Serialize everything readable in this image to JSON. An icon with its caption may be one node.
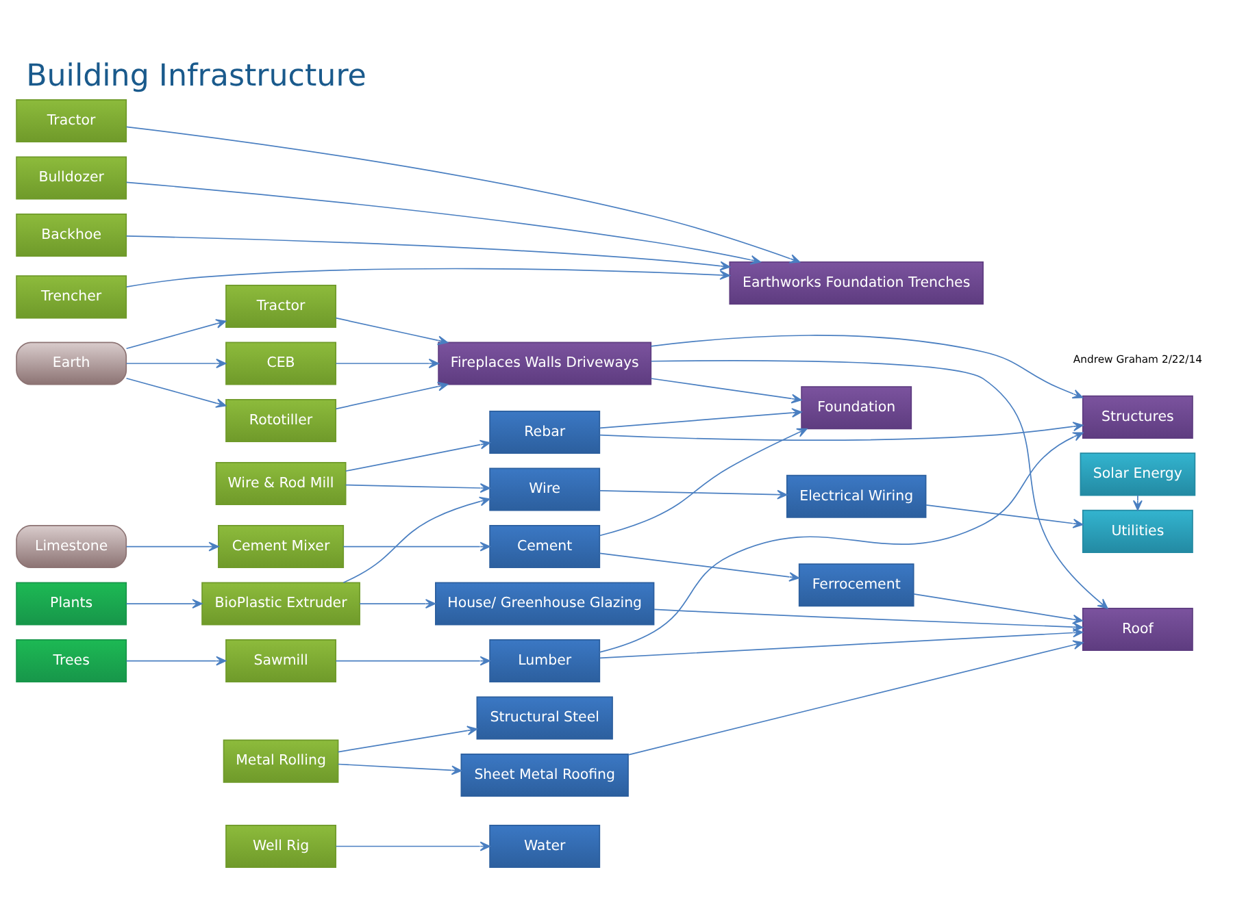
{
  "diagram": {
    "title": "Building Infrastructure",
    "nodes": [
      {
        "text": [
          "Well Rig"
        ]
      },
      {
        "text": [
          "Water"
        ]
      },
      {
        "text": [
          "Plants"
        ]
      },
      {
        "text": [
          "BioPlastic Extruder"
        ]
      },
      {
        "text": [
          "House/ Greenhouse Glazing"
        ]
      },
      {
        "text": [
          "Earthworks Foundation Trenches"
        ]
      },
      {
        "text": [
          "Foundation"
        ]
      },
      {
        "text": [
          "Tractor"
        ]
      },
      {
        "text": [
          "Bulldozer"
        ]
      },
      {
        "text": [
          "Backhoe"
        ]
      },
      {
        "text": [
          "Trencher"
        ]
      },
      {
        "text": [
          "Rototiller"
        ]
      },
      {
        "text": [
          "Tractor"
        ]
      },
      {
        "text": [
          "Earth"
        ]
      },
      {
        "text": [
          "CEB"
        ]
      },
      {
        "text": [
          "Fireplaces Walls Driveways"
        ]
      },
      {
        "text": [
          "Structures"
        ]
      },
      {
        "text": [
          "Trees"
        ]
      },
      {
        "text": [
          "Sawmill"
        ]
      },
      {
        "text": [
          "Lumber"
        ]
      },
      {
        "text": [
          "Cement Mixer"
        ]
      },
      {
        "text": [
          "Cement"
        ]
      },
      {
        "text": [
          "Roof"
        ]
      },
      {
        "text": [
          "Limestone"
        ]
      },
      {
        "text": [
          "Metal Rolling"
        ]
      },
      {
        "text": [
          "Sheet Metal Roofing"
        ]
      },
      {
        "text": [
          "Ferrocement"
        ]
      },
      {
        "text": [
          "Structural Steel"
        ]
      },
      {
        "text": [
          "Utilities"
        ]
      },
      {
        "text": [
          "Wire & Rod Mill"
        ]
      },
      {
        "text": [
          "Rebar"
        ]
      },
      {
        "text": [
          "Electrical Wiring"
        ]
      },
      {
        "text": [
          "Solar Energy"
        ]
      },
      {
        "text": [
          "Wire"
        ]
      }
    ],
    "edges": [
      {
        "from": 0,
        "to": 1,
        "arrow": "to"
      },
      {
        "from": 2,
        "to": 3,
        "arrow": "to"
      },
      {
        "from": 3,
        "to": 4,
        "arrow": "to"
      },
      {
        "from": 3,
        "to": 33,
        "arrow": "to"
      },
      {
        "from": 13,
        "to": 11,
        "arrow": "to"
      },
      {
        "from": 13,
        "to": 12,
        "arrow": "to"
      },
      {
        "from": 13,
        "to": 14,
        "arrow": "to"
      },
      {
        "from": 11,
        "to": 15,
        "arrow": "to"
      },
      {
        "from": 12,
        "to": 15,
        "arrow": "to"
      },
      {
        "from": 14,
        "to": 15,
        "arrow": "to"
      },
      {
        "from": 7,
        "to": 5,
        "arrow": "to"
      },
      {
        "from": 8,
        "to": 5,
        "arrow": "to"
      },
      {
        "from": 9,
        "to": 5,
        "arrow": "to"
      },
      {
        "from": 10,
        "to": 5,
        "arrow": "to"
      },
      {
        "from": 17,
        "to": 18,
        "arrow": "to"
      },
      {
        "from": 18,
        "to": 19,
        "arrow": "to"
      },
      {
        "from": 23,
        "to": 20,
        "arrow": "to"
      },
      {
        "from": 20,
        "to": 21,
        "arrow": "to"
      },
      {
        "from": 24,
        "to": 25,
        "arrow": "to"
      },
      {
        "from": 24,
        "to": 27,
        "arrow": "to"
      },
      {
        "from": 29,
        "to": 30,
        "arrow": "to"
      },
      {
        "from": 29,
        "to": 33,
        "arrow": "to"
      },
      {
        "from": 4,
        "to": 22,
        "arrow": "to"
      },
      {
        "from": 15,
        "to": 6,
        "arrow": "to"
      },
      {
        "from": 15,
        "to": 16,
        "arrow": "to"
      },
      {
        "from": 15,
        "to": 22,
        "arrow": "to"
      },
      {
        "from": 19,
        "to": 16,
        "arrow": "to"
      },
      {
        "from": 19,
        "to": 22,
        "arrow": "to"
      },
      {
        "from": 21,
        "to": 6,
        "arrow": "to"
      },
      {
        "from": 21,
        "to": 26,
        "arrow": "to"
      },
      {
        "from": 25,
        "to": 22,
        "arrow": "to"
      },
      {
        "from": 30,
        "to": 6,
        "arrow": "to"
      },
      {
        "from": 30,
        "to": 16,
        "arrow": "to"
      },
      {
        "from": 26,
        "to": 22,
        "arrow": "to"
      },
      {
        "from": 33,
        "to": 31,
        "arrow": "to"
      },
      {
        "from": 31,
        "to": 28,
        "arrow": "to"
      },
      {
        "from": 32,
        "to": 28,
        "arrow": "to"
      }
    ],
    "labels": [
      "Andrew Graham 2/22/14"
    ]
  }
}
